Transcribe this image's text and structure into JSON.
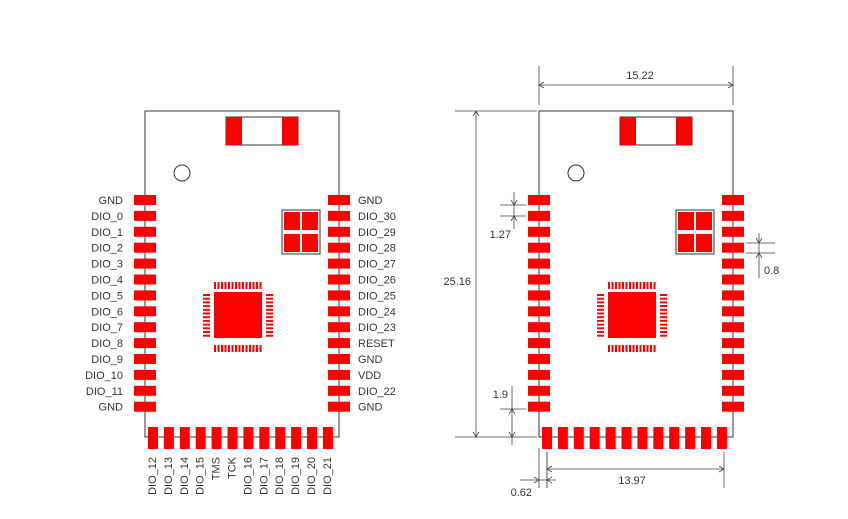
{
  "colors": {
    "pad": "#ff0000",
    "outline": "#333333",
    "dimension_line": "#444444"
  },
  "left_view": {
    "left_pins": [
      "GND",
      "DIO_0",
      "DIO_1",
      "DIO_2",
      "DIO_3",
      "DIO_4",
      "DIO_5",
      "DIO_6",
      "DIO_7",
      "DIO_8",
      "DIO_9",
      "DIO_10",
      "DIO_11",
      "GND"
    ],
    "right_pins": [
      "GND",
      "DIO_30",
      "DIO_29",
      "DIO_28",
      "DIO_27",
      "DIO_26",
      "DIO_25",
      "DIO_24",
      "DIO_23",
      "RESET",
      "GND",
      "VDD",
      "DIO_22",
      "GND"
    ],
    "bottom_pins": [
      "DIO_12",
      "DIO_13",
      "DIO_14",
      "DIO_15",
      "TMS",
      "TCK",
      "DIO_16",
      "DIO_17",
      "DIO_18",
      "DIO_19",
      "DIO_20",
      "DIO_21"
    ]
  },
  "right_view": {
    "dimensions": {
      "width": "15.22",
      "height": "25.16",
      "pitch": "1.27",
      "pad_width": "0.8",
      "pad_length": "1.9",
      "edge_offset": "0.62",
      "bottom_span": "13.97"
    }
  }
}
